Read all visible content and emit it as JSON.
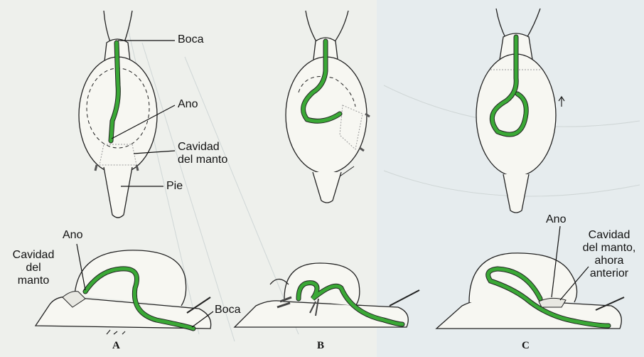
{
  "labels": {
    "boca_top": "Boca",
    "ano_top": "Ano",
    "cavidad_top_1": "Cavidad",
    "cavidad_top_2": "del manto",
    "pie": "Pie",
    "ano_a": "Ano",
    "cavidad_a_1": "Cavidad",
    "cavidad_a_2": "del",
    "cavidad_a_3": "manto",
    "boca_a": "Boca",
    "ano_c": "Ano",
    "cavidad_c_1": "Cavidad",
    "cavidad_c_2": "del manto,",
    "cavidad_c_3": "ahora",
    "cavidad_c_4": "anterior"
  },
  "captions": {
    "a": "A",
    "b": "B",
    "c": "C"
  },
  "colors": {
    "gut": "#3aa836",
    "outline": "#222222",
    "body": "#f7f7f2",
    "background": "#eef0ec"
  }
}
